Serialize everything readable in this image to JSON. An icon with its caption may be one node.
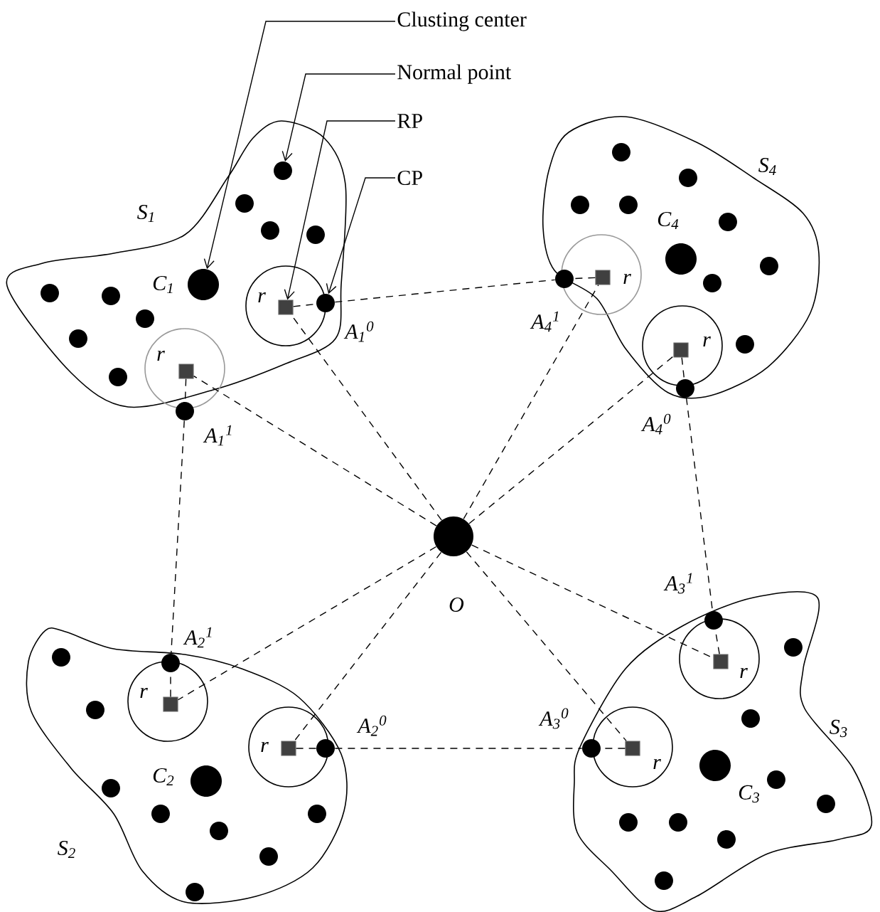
{
  "diagram": {
    "nodes": [
      {
        "text": [
          "Clusting center"
        ]
      },
      {
        "text": [
          "Normal point"
        ]
      },
      {
        "text": [
          "RP"
        ]
      },
      {
        "text": [
          "CP"
        ]
      },
      {
        "text": [
          "S$_{1}$"
        ]
      },
      {
        "text": [
          "r"
        ],
        "in": 4
      },
      {
        "text": [],
        "shape": "box",
        "in": 5
      },
      {
        "text": [
          "r"
        ],
        "in": 4
      },
      {
        "text": [],
        "shape": "box",
        "in": 7
      },
      {
        "text": [],
        "shape": "circle",
        "beside": [
          "A$_{1}$$^{0}$"
        ],
        "in": 4
      },
      {
        "text": [],
        "shape": "circle",
        "beside": [
          "A$_{1}$$^{1}$"
        ]
      },
      {
        "text": [],
        "shape": "circle",
        "beside": [
          "C$_{1}$"
        ],
        "in": 4
      },
      {
        "text": [],
        "shape": "circle",
        "in": 4
      },
      {
        "text": [
          "S$_{4}$"
        ]
      },
      {
        "text": [
          "r"
        ],
        "in": 13
      },
      {
        "text": [],
        "shape": "box",
        "in": 14
      },
      {
        "text": [
          "r"
        ],
        "in": 13
      },
      {
        "text": [],
        "shape": "box",
        "in": 16
      },
      {
        "text": [],
        "shape": "circle",
        "beside": [
          "A$_{4}$$^{1}$"
        ]
      },
      {
        "text": [],
        "shape": "circle",
        "beside": [
          "A$_{4}$$^{0}$"
        ],
        "in": 13
      },
      {
        "text": [],
        "shape": "circle",
        "beside": [
          "C$_{4}$"
        ],
        "in": 13
      },
      {
        "text": [
          "S$_{2}$"
        ]
      },
      {
        "text": [
          "r"
        ],
        "in": 21
      },
      {
        "text": [],
        "shape": "box",
        "in": 22
      },
      {
        "text": [
          "r"
        ],
        "in": 21
      },
      {
        "text": [],
        "shape": "box",
        "in": 24
      },
      {
        "text": [],
        "shape": "circle",
        "beside": [
          "A$_{2}$$^{1}$"
        ],
        "in": 21
      },
      {
        "text": [],
        "shape": "circle",
        "beside": [
          "A$_{2}$$^{0}$"
        ],
        "in": 21
      },
      {
        "text": [],
        "shape": "circle",
        "beside": [
          "C$_{2}$"
        ],
        "in": 21
      },
      {
        "text": [
          "S$_{3}$"
        ]
      },
      {
        "text": [
          "r"
        ],
        "in": 29
      },
      {
        "text": [],
        "shape": "box",
        "in": 30
      },
      {
        "text": [
          "r"
        ],
        "in": 29
      },
      {
        "text": [],
        "shape": "box",
        "in": 32
      },
      {
        "text": [],
        "shape": "circle",
        "beside": [
          "A$_{3}$$^{1}$"
        ],
        "in": 29
      },
      {
        "text": [],
        "shape": "circle",
        "beside": [
          "A$_{3}$$^{0}$"
        ],
        "in": 29
      },
      {
        "text": [],
        "shape": "circle",
        "beside": [
          "C$_{3}$"
        ],
        "in": 29
      },
      {
        "text": [],
        "shape": "circle",
        "beside": [
          "O"
        ]
      },
      {
        "text": [],
        "shape": "circle",
        "in": 4
      },
      {
        "text": [],
        "shape": "circle",
        "in": 4
      },
      {
        "text": [],
        "shape": "circle",
        "in": 4
      },
      {
        "text": [],
        "shape": "circle",
        "in": 4
      },
      {
        "text": [],
        "shape": "circle",
        "in": 4
      },
      {
        "text": [],
        "shape": "circle",
        "in": 4
      },
      {
        "text": [],
        "shape": "circle",
        "in": 4
      },
      {
        "text": [],
        "shape": "circle",
        "in": 4
      },
      {
        "text": [],
        "shape": "circle",
        "in": 13
      },
      {
        "text": [],
        "shape": "circle",
        "in": 13
      },
      {
        "text": [],
        "shape": "circle",
        "in": 13
      },
      {
        "text": [],
        "shape": "circle",
        "in": 13
      },
      {
        "text": [],
        "shape": "circle",
        "in": 13
      },
      {
        "text": [],
        "shape": "circle",
        "in": 13
      },
      {
        "text": [],
        "shape": "circle",
        "in": 13
      },
      {
        "text": [],
        "shape": "circle",
        "in": 13
      },
      {
        "text": [],
        "shape": "circle",
        "in": 21
      },
      {
        "text": [],
        "shape": "circle",
        "in": 21
      },
      {
        "text": [],
        "shape": "circle",
        "in": 21
      },
      {
        "text": [],
        "shape": "circle",
        "in": 21
      },
      {
        "text": [],
        "shape": "circle",
        "in": 21
      },
      {
        "text": [],
        "shape": "circle",
        "in": 21
      },
      {
        "text": [],
        "shape": "circle",
        "in": 21
      },
      {
        "text": [],
        "shape": "circle",
        "in": 21
      },
      {
        "text": [],
        "shape": "circle",
        "in": 29
      },
      {
        "text": [],
        "shape": "circle",
        "in": 29
      },
      {
        "text": [],
        "shape": "circle",
        "in": 29
      },
      {
        "text": [],
        "shape": "circle",
        "in": 29
      },
      {
        "text": [],
        "shape": "circle",
        "in": 29
      },
      {
        "text": [],
        "shape": "circle",
        "in": 29
      },
      {
        "text": [],
        "shape": "circle",
        "in": 29
      },
      {
        "text": [],
        "shape": "circle",
        "in": 29
      }
    ],
    "edges": [
      {
        "from": 0,
        "to": 11,
        "arrow": "to"
      },
      {
        "from": 1,
        "to": 12,
        "arrow": "to"
      },
      {
        "from": 2,
        "to": 6,
        "arrow": "to"
      },
      {
        "from": 3,
        "to": 9,
        "arrow": "to"
      },
      {
        "from": 6,
        "to": 9,
        "arrow": "none",
        "style": "dashed"
      },
      {
        "from": 8,
        "to": 10,
        "arrow": "none",
        "style": "dashed"
      },
      {
        "from": 15,
        "to": 18,
        "arrow": "none",
        "style": "dashed"
      },
      {
        "from": 17,
        "to": 19,
        "arrow": "none",
        "style": "dashed"
      },
      {
        "from": 23,
        "to": 26,
        "arrow": "none",
        "style": "dashed"
      },
      {
        "from": 25,
        "to": 27,
        "arrow": "none",
        "style": "dashed"
      },
      {
        "from": 31,
        "to": 34,
        "arrow": "none",
        "style": "dashed"
      },
      {
        "from": 33,
        "to": 35,
        "arrow": "none",
        "style": "dashed"
      },
      {
        "from": 9,
        "to": 18,
        "arrow": "none",
        "style": "dashed"
      },
      {
        "from": 10,
        "to": 26,
        "arrow": "none",
        "style": "dashed"
      },
      {
        "from": 19,
        "to": 34,
        "arrow": "none",
        "style": "dashed"
      },
      {
        "from": 27,
        "to": 35,
        "arrow": "none",
        "style": "dashed"
      },
      {
        "from": 37,
        "to": 6,
        "arrow": "none",
        "style": "dashed"
      },
      {
        "from": 37,
        "to": 8,
        "arrow": "none",
        "style": "dashed"
      },
      {
        "from": 37,
        "to": 15,
        "arrow": "none",
        "style": "dashed"
      },
      {
        "from": 37,
        "to": 17,
        "arrow": "none",
        "style": "dashed"
      },
      {
        "from": 37,
        "to": 23,
        "arrow": "none",
        "style": "dashed"
      },
      {
        "from": 37,
        "to": 25,
        "arrow": "none",
        "style": "dashed"
      },
      {
        "from": 37,
        "to": 31,
        "arrow": "none",
        "style": "dashed"
      },
      {
        "from": 37,
        "to": 33,
        "arrow": "none",
        "style": "dashed"
      }
    ]
  }
}
